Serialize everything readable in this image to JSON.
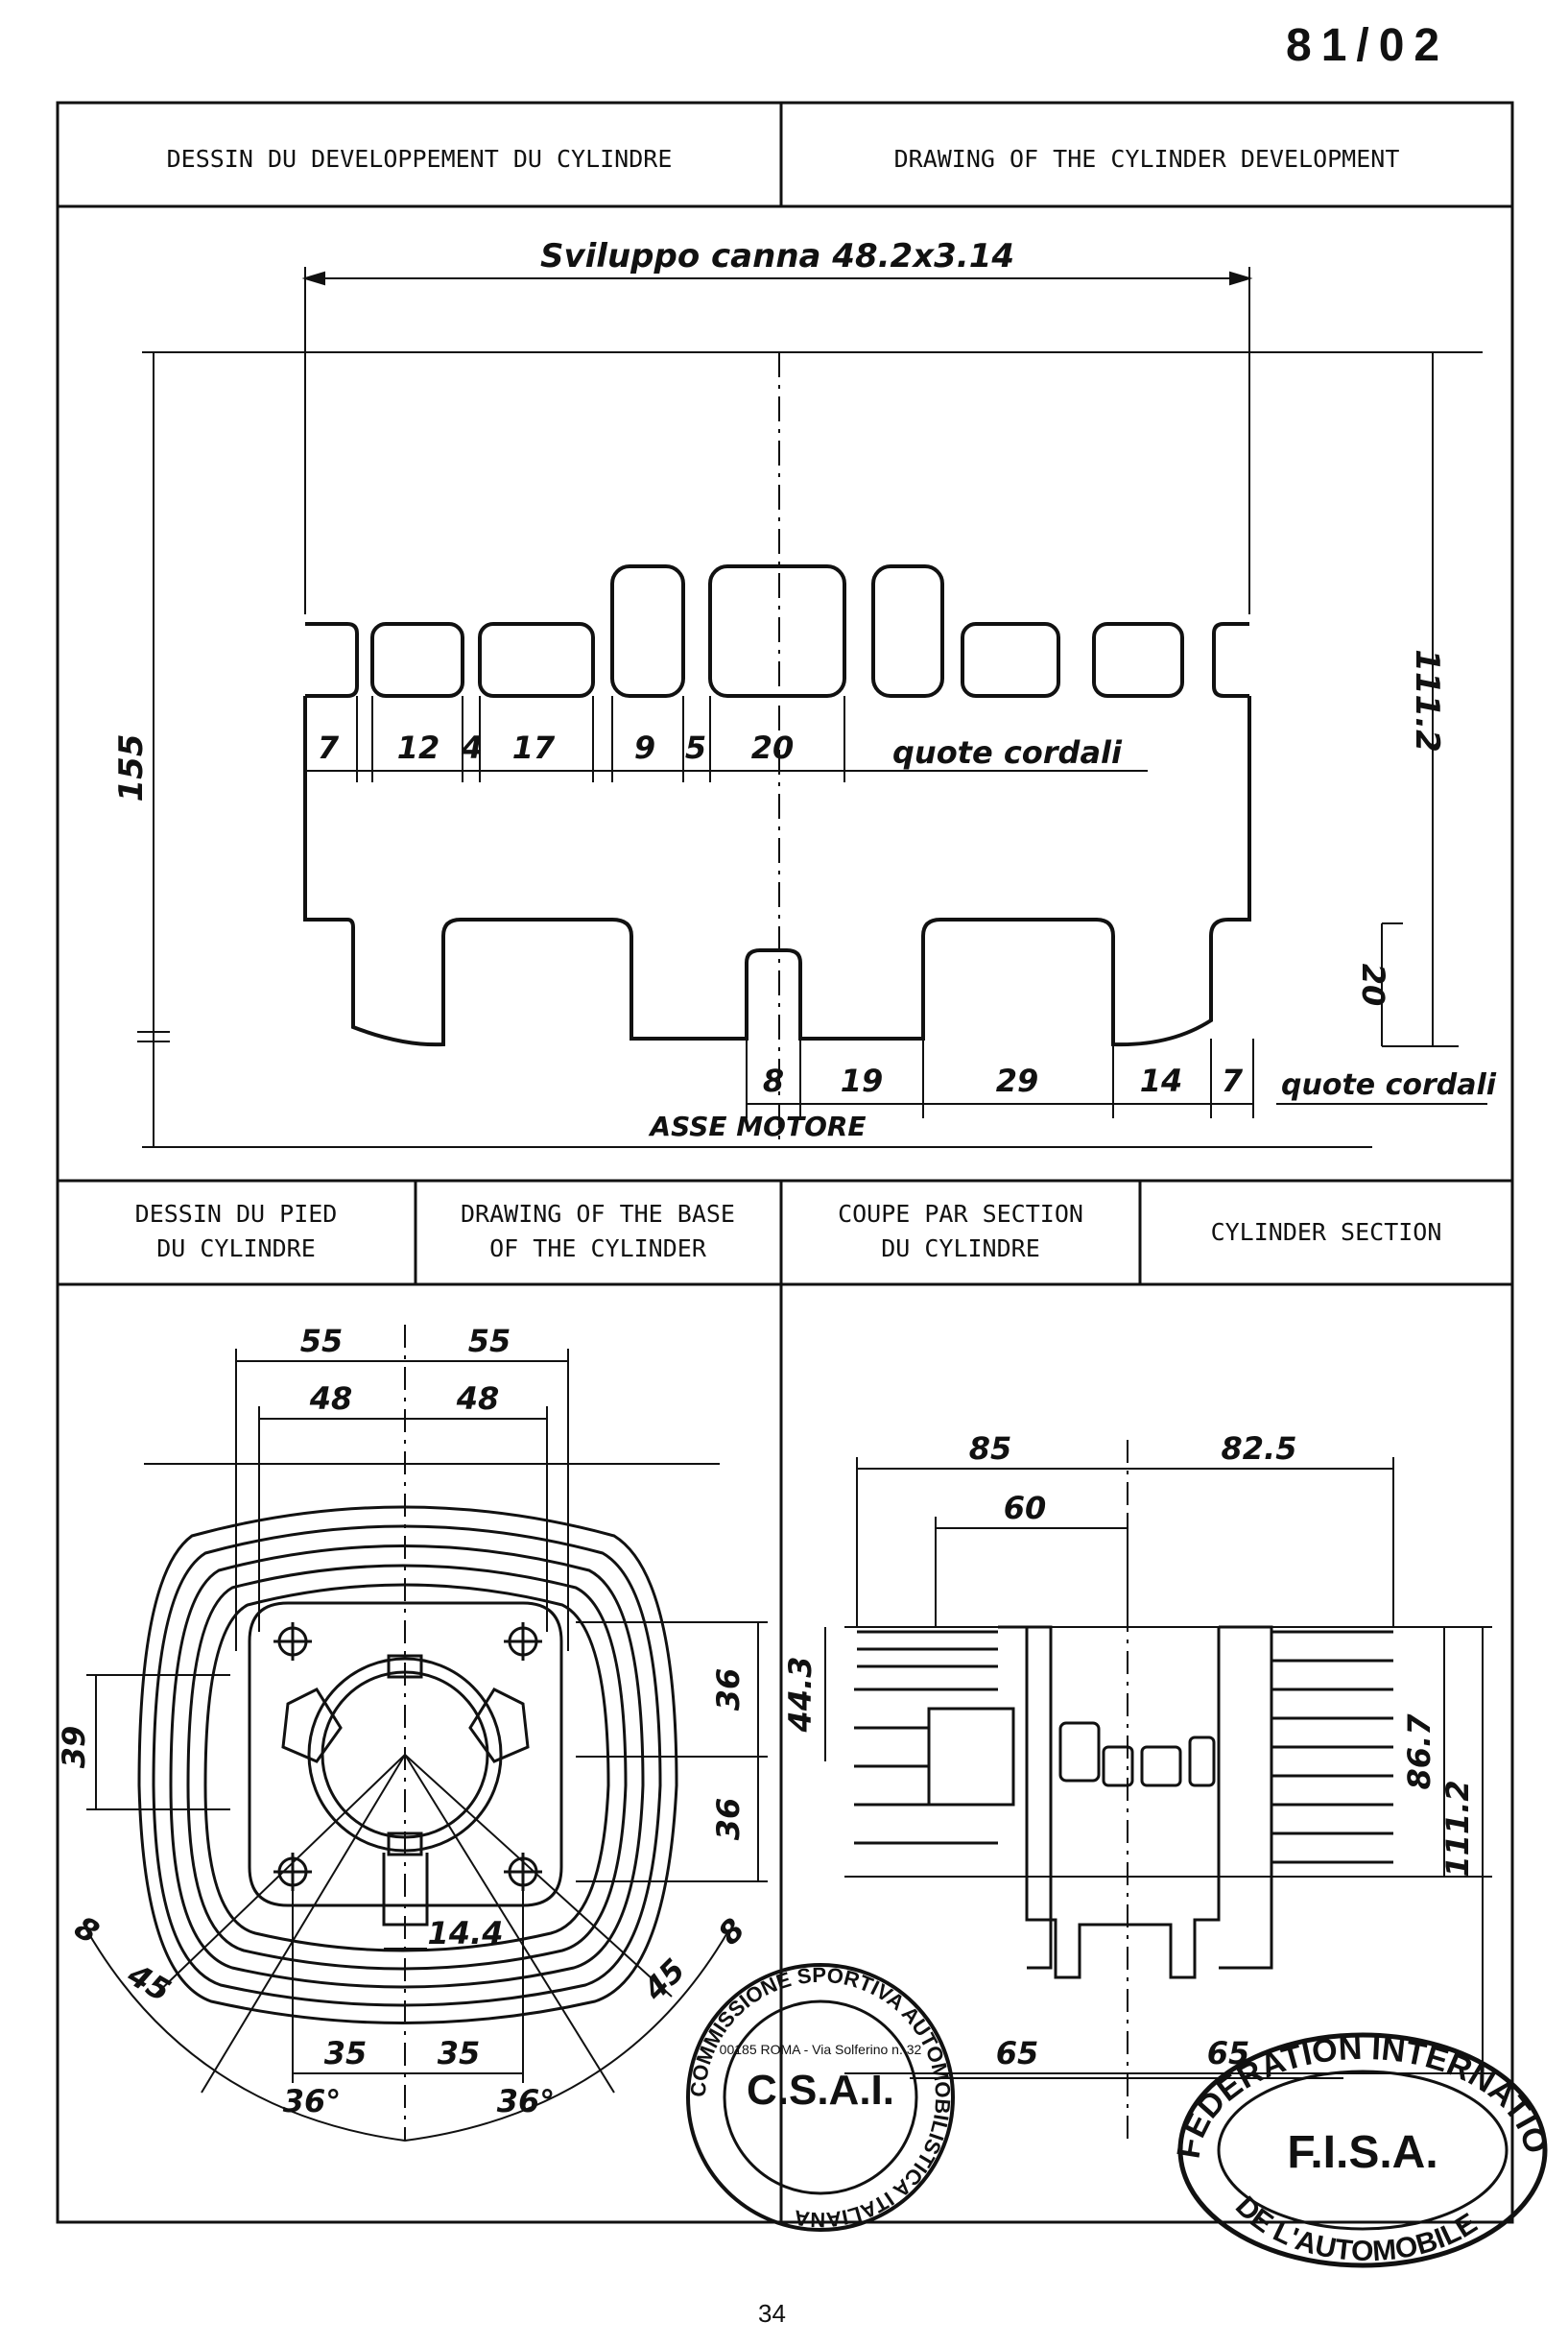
{
  "page_code": "81/02",
  "page_number": "34",
  "sections": {
    "dev_fr": "DESSIN DU DEVELOPPEMENT DU CYLINDRE",
    "dev_en": "DRAWING OF THE CYLINDER DEVELOPMENT",
    "base_fr": [
      "DESSIN DU PIED",
      "DU CYLINDRE"
    ],
    "base_en": [
      "DRAWING OF THE BASE",
      "OF THE CYLINDER"
    ],
    "section_fr": [
      "COUPE PAR SECTION",
      "DU CYLINDRE"
    ],
    "section_en": "CYLINDER SECTION"
  },
  "development": {
    "title": "Sviluppo canna 48.2x3.14",
    "upper_port_dims": [
      "7",
      "12",
      "4",
      "17",
      "9",
      "5",
      "20"
    ],
    "upper_note": "quote cordali",
    "lower_port_dims": [
      "8",
      "19",
      "29",
      "14",
      "7"
    ],
    "lower_note": "quote cordali",
    "height_total": "155",
    "height_upper": "111.2",
    "height_lower": "20",
    "axis_label": "ASSE MOTORE"
  },
  "base": {
    "top_outer": [
      "55",
      "55"
    ],
    "top_inner": [
      "48",
      "48"
    ],
    "right_dims": [
      "36",
      "36"
    ],
    "left_dim": "39",
    "angle_dims": [
      "8",
      "45",
      "45",
      "8"
    ],
    "bottom_inner": "14.4",
    "bottom_dims": [
      "35",
      "35"
    ],
    "arc_dims": [
      "36°",
      "36°"
    ]
  },
  "section": {
    "top_dims": [
      "85",
      "82.5"
    ],
    "inner_dim": "60",
    "left_dim": "44.3",
    "right_dims": [
      "86.7",
      "111.2"
    ],
    "bottom_dims": [
      "65",
      "65"
    ]
  },
  "stamps": {
    "csai_ring": "COMMISSIONE SPORTIVA AUTOMOBILISTICA ITALIANA",
    "csai_center": "C.S.A.I.",
    "csai_addr": "00185 ROMA - Via Solferino n. 32",
    "fisa_top": "FEDERATION INTERNATIONALE",
    "fisa_center": "F.I.S.A.",
    "fisa_bottom": "DE L'AUTOMOBILE"
  }
}
